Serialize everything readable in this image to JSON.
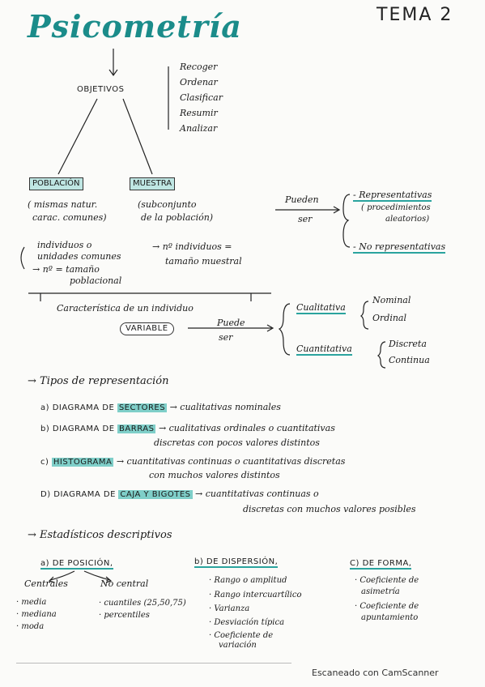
{
  "header": {
    "title": "Psicometría",
    "tema": "TEMA 2"
  },
  "objetivos": {
    "label": "OBJETIVOS",
    "items": [
      "Recoger",
      "Ordenar",
      "Clasificar",
      "Resumir",
      "Analizar"
    ]
  },
  "poblacion": {
    "label": "POBLACIÓN",
    "desc1": "( mismas natur.",
    "desc2": "carac. comunes)",
    "ind1": "individuos o",
    "ind2": "unidades comunes",
    "n1": "→ nº = tamaño",
    "n2": "poblacional"
  },
  "muestra": {
    "label": "MUESTRA",
    "desc1": "(subconjunto",
    "desc2": "de la población)",
    "n1": "→ nº individuos =",
    "n2": "tamaño muestral"
  },
  "pueden": {
    "l1": "Pueden",
    "l2": "ser",
    "rep": "- Representativas",
    "rep_desc1": "( procedimientos",
    "rep_desc2": "aleatorios)",
    "norep": "- No representativas"
  },
  "variable": {
    "caract": "Característica de un individuo",
    "label": "VARIABLE",
    "puede": "Puede",
    "ser": "ser",
    "cualitativa": "Cualitativa",
    "nominal": "Nominal",
    "ordinal": "Ordinal",
    "cuantitativa": "Cuantitativa",
    "discreta": "Discreta",
    "continua": "Continua"
  },
  "tipos": {
    "heading": "→ Tipos de representación",
    "a_prefix": "a) DIAGRAMA DE",
    "a_hl": "SECTORES",
    "a_desc": "→ cualitativas nominales",
    "b_prefix": "b) DIAGRAMA DE",
    "b_hl": "BARRAS",
    "b_desc1": "→ cualitativas ordinales o cuantitativas",
    "b_desc2": "discretas con pocos valores distintos",
    "c_prefix": "c)",
    "c_hl": "HISTOGRAMA",
    "c_desc1": "→ cuantitativas continuas o cuantitativas discretas",
    "c_desc2": "con muchos valores distintos",
    "d_prefix": "D) DIAGRAMA DE",
    "d_hl": "CAJA Y BIGOTES",
    "d_desc1": "→ cuantitativas continuas o",
    "d_desc2": "discretas con muchos valores posibles"
  },
  "estadisticos": {
    "heading": "→ Estadísticos descriptivos",
    "a_label": "a) DE POSICIÓN,",
    "centrales": "Centrales",
    "no_central": "No central",
    "centrales_items": [
      "· media",
      "· mediana",
      "· moda"
    ],
    "no_central_items": [
      "· cuantiles (25,50,75)",
      "· percentiles"
    ],
    "b_label": "b) DE DISPERSIÓN,",
    "b_items": [
      "· Rango o amplitud",
      "· Rango intercuartílico",
      "· Varianza",
      "· Desviación típica",
      "· Coeficiente de",
      "variación"
    ],
    "c_label": "C) DE FORMA,",
    "c_items": [
      "· Coeficiente de",
      "asimetría",
      "· Coeficiente de",
      "apuntamiento"
    ]
  },
  "footer": "Escaneado con CamScanner"
}
